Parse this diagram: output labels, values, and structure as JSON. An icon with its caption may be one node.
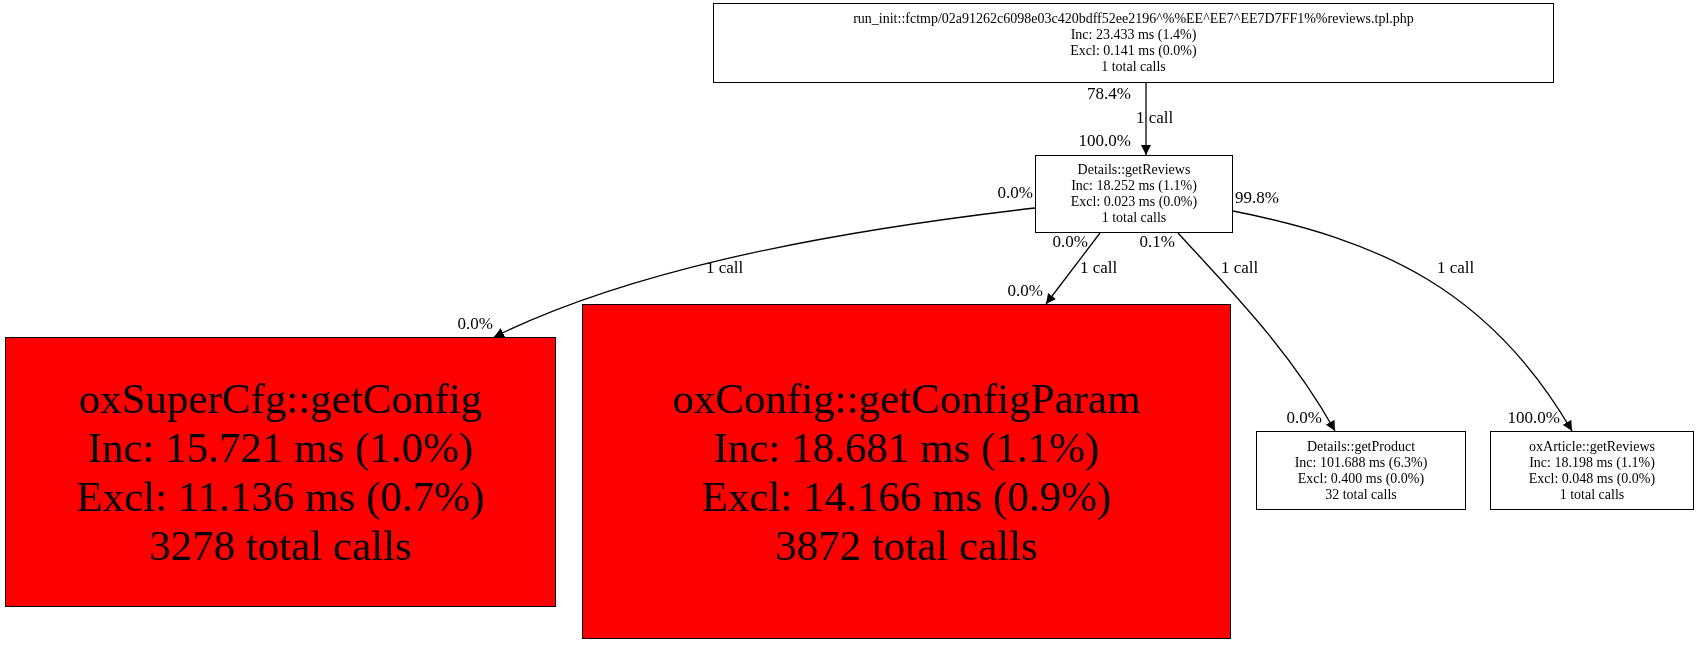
{
  "diagram": {
    "nodes": [
      {
        "text": [
          "run_init::fctmp/02a91262c6098e03c420bdff52ee2196^%%EE^EE7^EE7D7FF1%%reviews.tpl.php",
          "Inc: 23.433 ms (1.4%)",
          "Excl: 0.141 ms (0.0%)",
          "1 total calls"
        ]
      },
      {
        "text": [
          "Details::getReviews",
          "Inc: 18.252 ms (1.1%)",
          "Excl: 0.023 ms (0.0%)",
          "1 total calls"
        ]
      },
      {
        "text": [
          "oxSuperCfg::getConfig",
          "Inc: 15.721 ms (1.0%)",
          "Excl: 11.136 ms (0.7%)",
          "3278 total calls"
        ]
      },
      {
        "text": [
          "oxConfig::getConfigParam",
          "Inc: 18.681 ms (1.1%)",
          "Excl: 14.166 ms (0.9%)",
          "3872 total calls"
        ]
      },
      {
        "text": [
          "Details::getProduct",
          "Inc: 101.688 ms (6.3%)",
          "Excl: 0.400 ms (0.0%)",
          "32 total calls"
        ]
      },
      {
        "text": [
          "oxArticle::getReviews",
          "Inc: 18.198 ms (1.1%)",
          "Excl: 0.048 ms (0.0%)",
          "1 total calls"
        ]
      }
    ],
    "edges": [
      {
        "from": 0,
        "to": 1,
        "arrow": "to",
        "label": "1 call"
      },
      {
        "from": 1,
        "to": 2,
        "arrow": "to",
        "label": "1 call"
      },
      {
        "from": 1,
        "to": 3,
        "arrow": "to",
        "label": "1 call"
      },
      {
        "from": 1,
        "to": 4,
        "arrow": "to",
        "label": "1 call"
      },
      {
        "from": 1,
        "to": 5,
        "arrow": "to",
        "label": "1 call"
      }
    ],
    "labels": [
      "78.4%",
      "100.0%",
      "0.0%",
      "99.8%",
      "0.0%",
      "0.1%",
      "0.0%",
      "0.0%",
      "0.0%",
      "100.0%"
    ]
  }
}
